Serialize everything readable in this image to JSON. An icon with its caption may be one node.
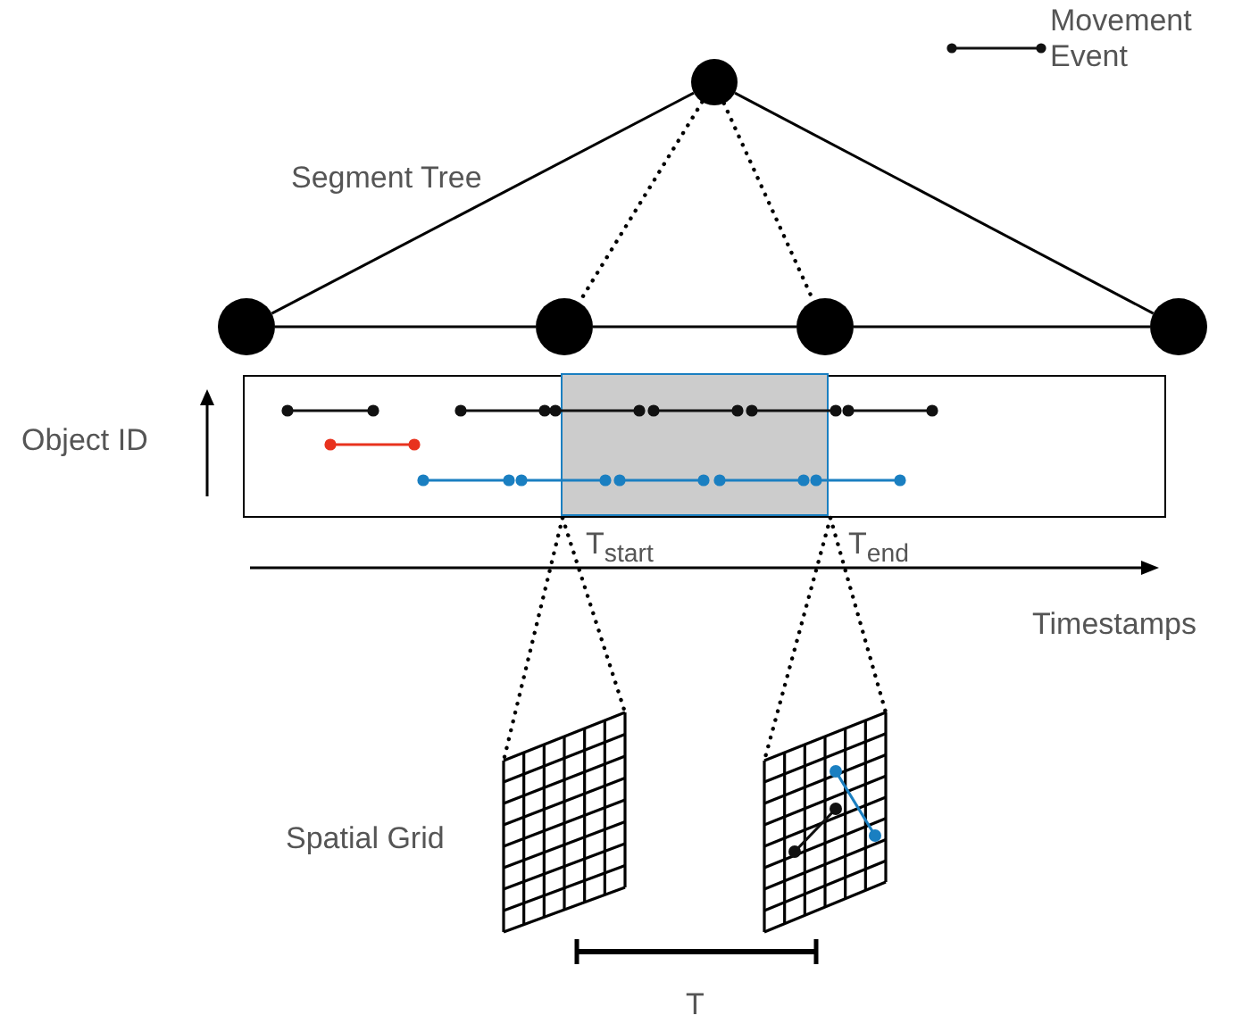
{
  "diagram": {
    "nodes": [
      {
        "text": [],
        "shape": "circle"
      },
      {
        "text": [],
        "shape": "circle"
      },
      {
        "text": [],
        "shape": "circle"
      },
      {
        "text": [],
        "shape": "circle"
      },
      {
        "text": [],
        "shape": "circle"
      },
      {
        "text": [],
        "shape": "box"
      },
      {
        "text": [],
        "shape": "box",
        "in": 5
      },
      {
        "text": [],
        "shape": "grid"
      },
      {
        "text": [],
        "shape": "grid"
      }
    ],
    "edges": [
      {
        "from": 0,
        "to": 1,
        "arrow": "none"
      },
      {
        "from": 0,
        "to": 2,
        "arrow": "none",
        "style": "dashed"
      },
      {
        "from": 0,
        "to": 3,
        "arrow": "none",
        "style": "dashed"
      },
      {
        "from": 0,
        "to": 4,
        "arrow": "none"
      },
      {
        "from": 1,
        "to": 2,
        "arrow": "none"
      },
      {
        "from": 2,
        "to": 3,
        "arrow": "none"
      },
      {
        "from": 3,
        "to": 4,
        "arrow": "none"
      },
      {
        "from": 6,
        "to": 7,
        "arrow": "none",
        "style": "dashed"
      },
      {
        "from": 6,
        "to": 7,
        "arrow": "none",
        "style": "dashed"
      },
      {
        "from": 6,
        "to": 8,
        "arrow": "none",
        "style": "dashed"
      },
      {
        "from": 6,
        "to": 8,
        "arrow": "none",
        "style": "dashed"
      }
    ],
    "labels": [
      "Segment Tree",
      "Object ID",
      "T$_{start}$",
      "T$_{end}$",
      "Timestamps",
      "Spatial Grid",
      "T"
    ],
    "legend": [
      {
        "text": "Movement Event"
      }
    ]
  }
}
